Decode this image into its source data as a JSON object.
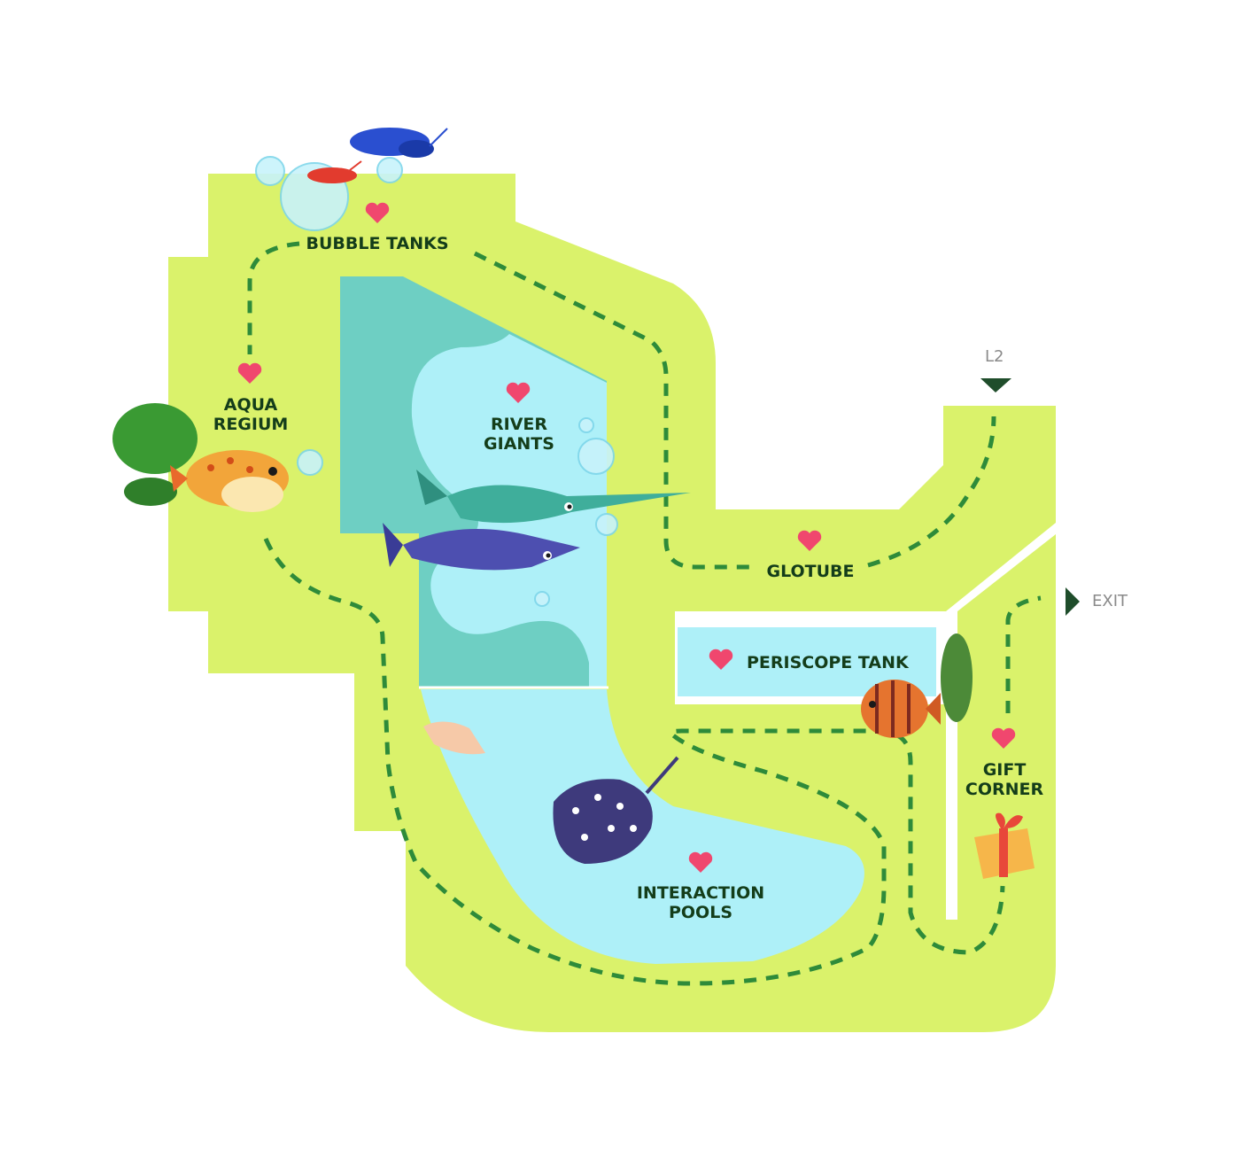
{
  "map": {
    "attractions": [
      {
        "id": "bubble-tanks",
        "lines": [
          "BUBBLE TANKS"
        ]
      },
      {
        "id": "aqua-regium",
        "lines": [
          "AQUA",
          "REGIUM"
        ]
      },
      {
        "id": "river-giants",
        "lines": [
          "RIVER",
          "GIANTS"
        ]
      },
      {
        "id": "glotube",
        "lines": [
          "GLOTUBE"
        ]
      },
      {
        "id": "periscope-tank",
        "lines": [
          "PERISCOPE TANK"
        ]
      },
      {
        "id": "interaction-pools",
        "lines": [
          "INTERACTION",
          "POOLS"
        ]
      },
      {
        "id": "gift-corner",
        "lines": [
          "GIFT",
          "CORNER"
        ]
      }
    ],
    "navigation": {
      "level_up": "L2",
      "exit": "EXIT"
    }
  },
  "colors": {
    "floor": "#daf26b",
    "route": "#2e8b3a",
    "tank_deep": "#6ecfc3",
    "tank_water": "#aef0f8",
    "heart": "#f0476e",
    "label": "#143d1a",
    "marker": "#1f4d2b",
    "nav_text": "#8a8a8a"
  },
  "icons": {
    "favorite": "heart-icon",
    "level_marker": "down-triangle-icon",
    "exit_marker": "right-triangle-icon"
  }
}
